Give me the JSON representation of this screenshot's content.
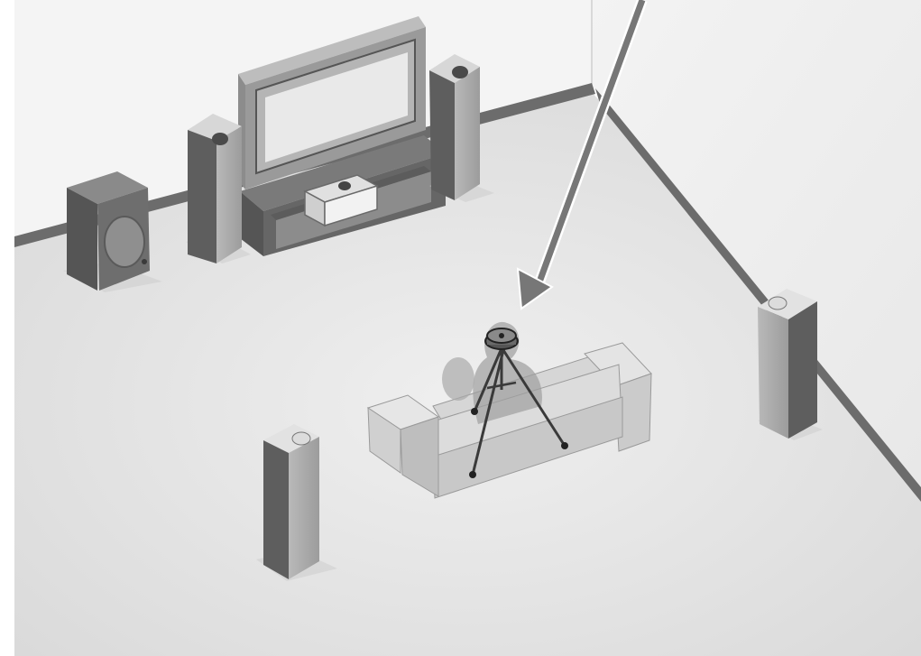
{
  "figure": {
    "title": "",
    "caption": "",
    "elements": [
      {
        "role": "wall-left",
        "icon": "wall"
      },
      {
        "role": "wall-right",
        "icon": "wall"
      },
      {
        "role": "floor",
        "icon": "floor"
      },
      {
        "role": "subwoofer",
        "icon": "subwoofer-icon"
      },
      {
        "role": "front-left-speaker",
        "icon": "tower-speaker-icon"
      },
      {
        "role": "front-right-speaker",
        "icon": "tower-speaker-icon"
      },
      {
        "role": "center-speaker",
        "icon": "center-speaker-icon"
      },
      {
        "role": "television",
        "icon": "flat-panel-tv-icon"
      },
      {
        "role": "tv-stand",
        "icon": "tv-stand-icon"
      },
      {
        "role": "sofa",
        "icon": "sofa-icon"
      },
      {
        "role": "listener",
        "icon": "person-silhouette-icon"
      },
      {
        "role": "microphone-on-tripod",
        "icon": "microphone-tripod-icon"
      },
      {
        "role": "surround-left-speaker",
        "icon": "tower-speaker-icon"
      },
      {
        "role": "surround-right-speaker",
        "icon": "tower-speaker-icon"
      },
      {
        "role": "pointer-arrow",
        "icon": "arrow-down-icon"
      }
    ],
    "colors": {
      "floor": "#e6e6e6",
      "wall": "#f2f2f2",
      "baseboard": "#6a6a6a",
      "speaker_dark": "#5f5f5f",
      "speaker_light": "#a9a9a9",
      "sofa": "#d2d2d2",
      "tripod": "#3a3a3a",
      "arrow": "#7a7a7a"
    }
  }
}
